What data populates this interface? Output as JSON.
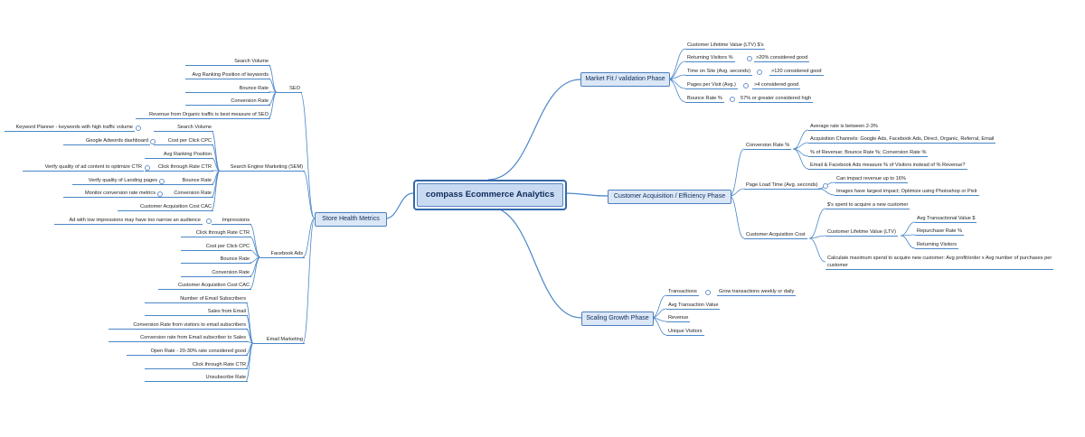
{
  "central": {
    "title": "compass Ecommerce Analytics"
  },
  "branches": {
    "market_fit": {
      "label": "Market Fit / validation Phase",
      "items": [
        "Customer Lifetime Value (LTV) $'s",
        "Returning Visitors %",
        ">20% considered good",
        "Time on Site (Avg. seconds)",
        ">120 considered good",
        "Pages per Visit (Avg.)",
        ">4 considered good",
        "Bounce Rate %",
        "57% or greater considered high"
      ]
    },
    "acquisition": {
      "label": "Customer Acquisition / Efficiency Phase",
      "items": [
        "Conversion Rate %",
        "Average rate is between 2-3%",
        "Acquisition Channels: Google Ads, Facebook Ads, Direct, Organic, Referral,  Email",
        "% of Revenue; Bounce Rate %; Conversion Rate %",
        "Email & Facebook Ads measure % of Visitors instead of % Revenue?",
        "Page Load Time (Avg. seconds)",
        "Can impact revenue up to 16%",
        "Images have largest impact; Optimize using Photoshop or Pixlr",
        "Customer Acquisition Cost",
        "$'s spent to acquire a new customer",
        "Customer Lifetime Value (LTV)",
        "Avg Transactional Value $",
        "Repurchase Rate %",
        "Returning Visitors",
        "Calculate maximum spend to acquire new customer: Avg profit/order x Avg number of purchases per",
        "customer"
      ]
    },
    "scaling": {
      "label": "Scaling Growth Phase",
      "items": [
        "Transactions",
        "Grow transactions weekly or daily",
        "Avg Transaction Value",
        "Revenue",
        "Unique Visitors"
      ]
    },
    "store_health": {
      "label": "Store Health Metrics",
      "seo": {
        "label": "SEO",
        "items": [
          "Search Volume",
          "Avg Ranking Position of keywords",
          "Bounce Rate",
          "Conversion Rate",
          "Revenue from Organic traffic is best measure of SEO"
        ]
      },
      "sem": {
        "label": "Search Engine Marketing (SEM)",
        "items": [
          "Search Volume",
          "Keyword Planner - keywords with high traffic volume",
          "Cost per Click CPC",
          "Google Adwords dashboard",
          "Avg Ranking Position",
          "Click through Rate CTR",
          "Verify quality of ad content to optimize CTR",
          "Bounce Rate",
          "Verify quality of Landing pages",
          "Conversion Rate",
          "Monitor conversion rate metrics",
          "Customer Acquisition Cost CAC"
        ]
      },
      "facebook": {
        "label": "Facebook Ads",
        "items": [
          "Impressions",
          "Ad with low impressions may have too narrow an audience",
          "Click through Rate CTR",
          "Cost per Click CPC",
          "Bounce Rate",
          "Conversion Rate",
          "Customer Acquisition Cost CAC"
        ]
      },
      "email": {
        "label": "Email Marketing",
        "items": [
          "Number of Email Subscribers",
          "Sales from Email",
          "Conversion Rate from visitors to email subscribers",
          "Conversion rate from Email subscriber to Sales",
          "Open Rate - 20-30% rate considered good",
          "Click through Rate CTR",
          "Unsubscribe Rate"
        ]
      }
    }
  },
  "colors": {
    "line": "#4a86c8",
    "main_fill": "#dbe7f6",
    "central_fill": "#c8daf1"
  }
}
